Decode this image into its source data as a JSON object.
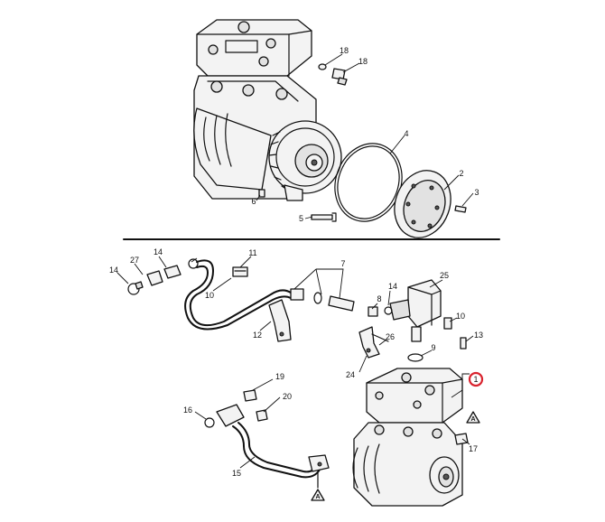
{
  "callouts": [
    {
      "id": "c1",
      "label": "1",
      "highlighted": true
    },
    {
      "id": "c2",
      "label": "2"
    },
    {
      "id": "c3",
      "label": "3"
    },
    {
      "id": "c4",
      "label": "4"
    },
    {
      "id": "c5",
      "label": "5"
    },
    {
      "id": "c6",
      "label": "6"
    },
    {
      "id": "c7",
      "label": "7"
    },
    {
      "id": "c8",
      "label": "8"
    },
    {
      "id": "c9",
      "label": "9"
    },
    {
      "id": "c10a",
      "label": "10"
    },
    {
      "id": "c10b",
      "label": "10"
    },
    {
      "id": "c11",
      "label": "11"
    },
    {
      "id": "c12",
      "label": "12"
    },
    {
      "id": "c13",
      "label": "13"
    },
    {
      "id": "c14a",
      "label": "14"
    },
    {
      "id": "c14b",
      "label": "14"
    },
    {
      "id": "c14c",
      "label": "14"
    },
    {
      "id": "c15",
      "label": "15"
    },
    {
      "id": "c16",
      "label": "16"
    },
    {
      "id": "c17",
      "label": "17"
    },
    {
      "id": "c18a",
      "label": "18"
    },
    {
      "id": "c18b",
      "label": "18"
    },
    {
      "id": "c19",
      "label": "19"
    },
    {
      "id": "c20",
      "label": "20"
    },
    {
      "id": "c24",
      "label": "24"
    },
    {
      "id": "c25",
      "label": "25"
    },
    {
      "id": "c26",
      "label": "26"
    },
    {
      "id": "c27",
      "label": "27"
    }
  ],
  "markers": {
    "ref_a": "A"
  },
  "colors": {
    "highlight": "#d9232e",
    "line": "#111111"
  }
}
